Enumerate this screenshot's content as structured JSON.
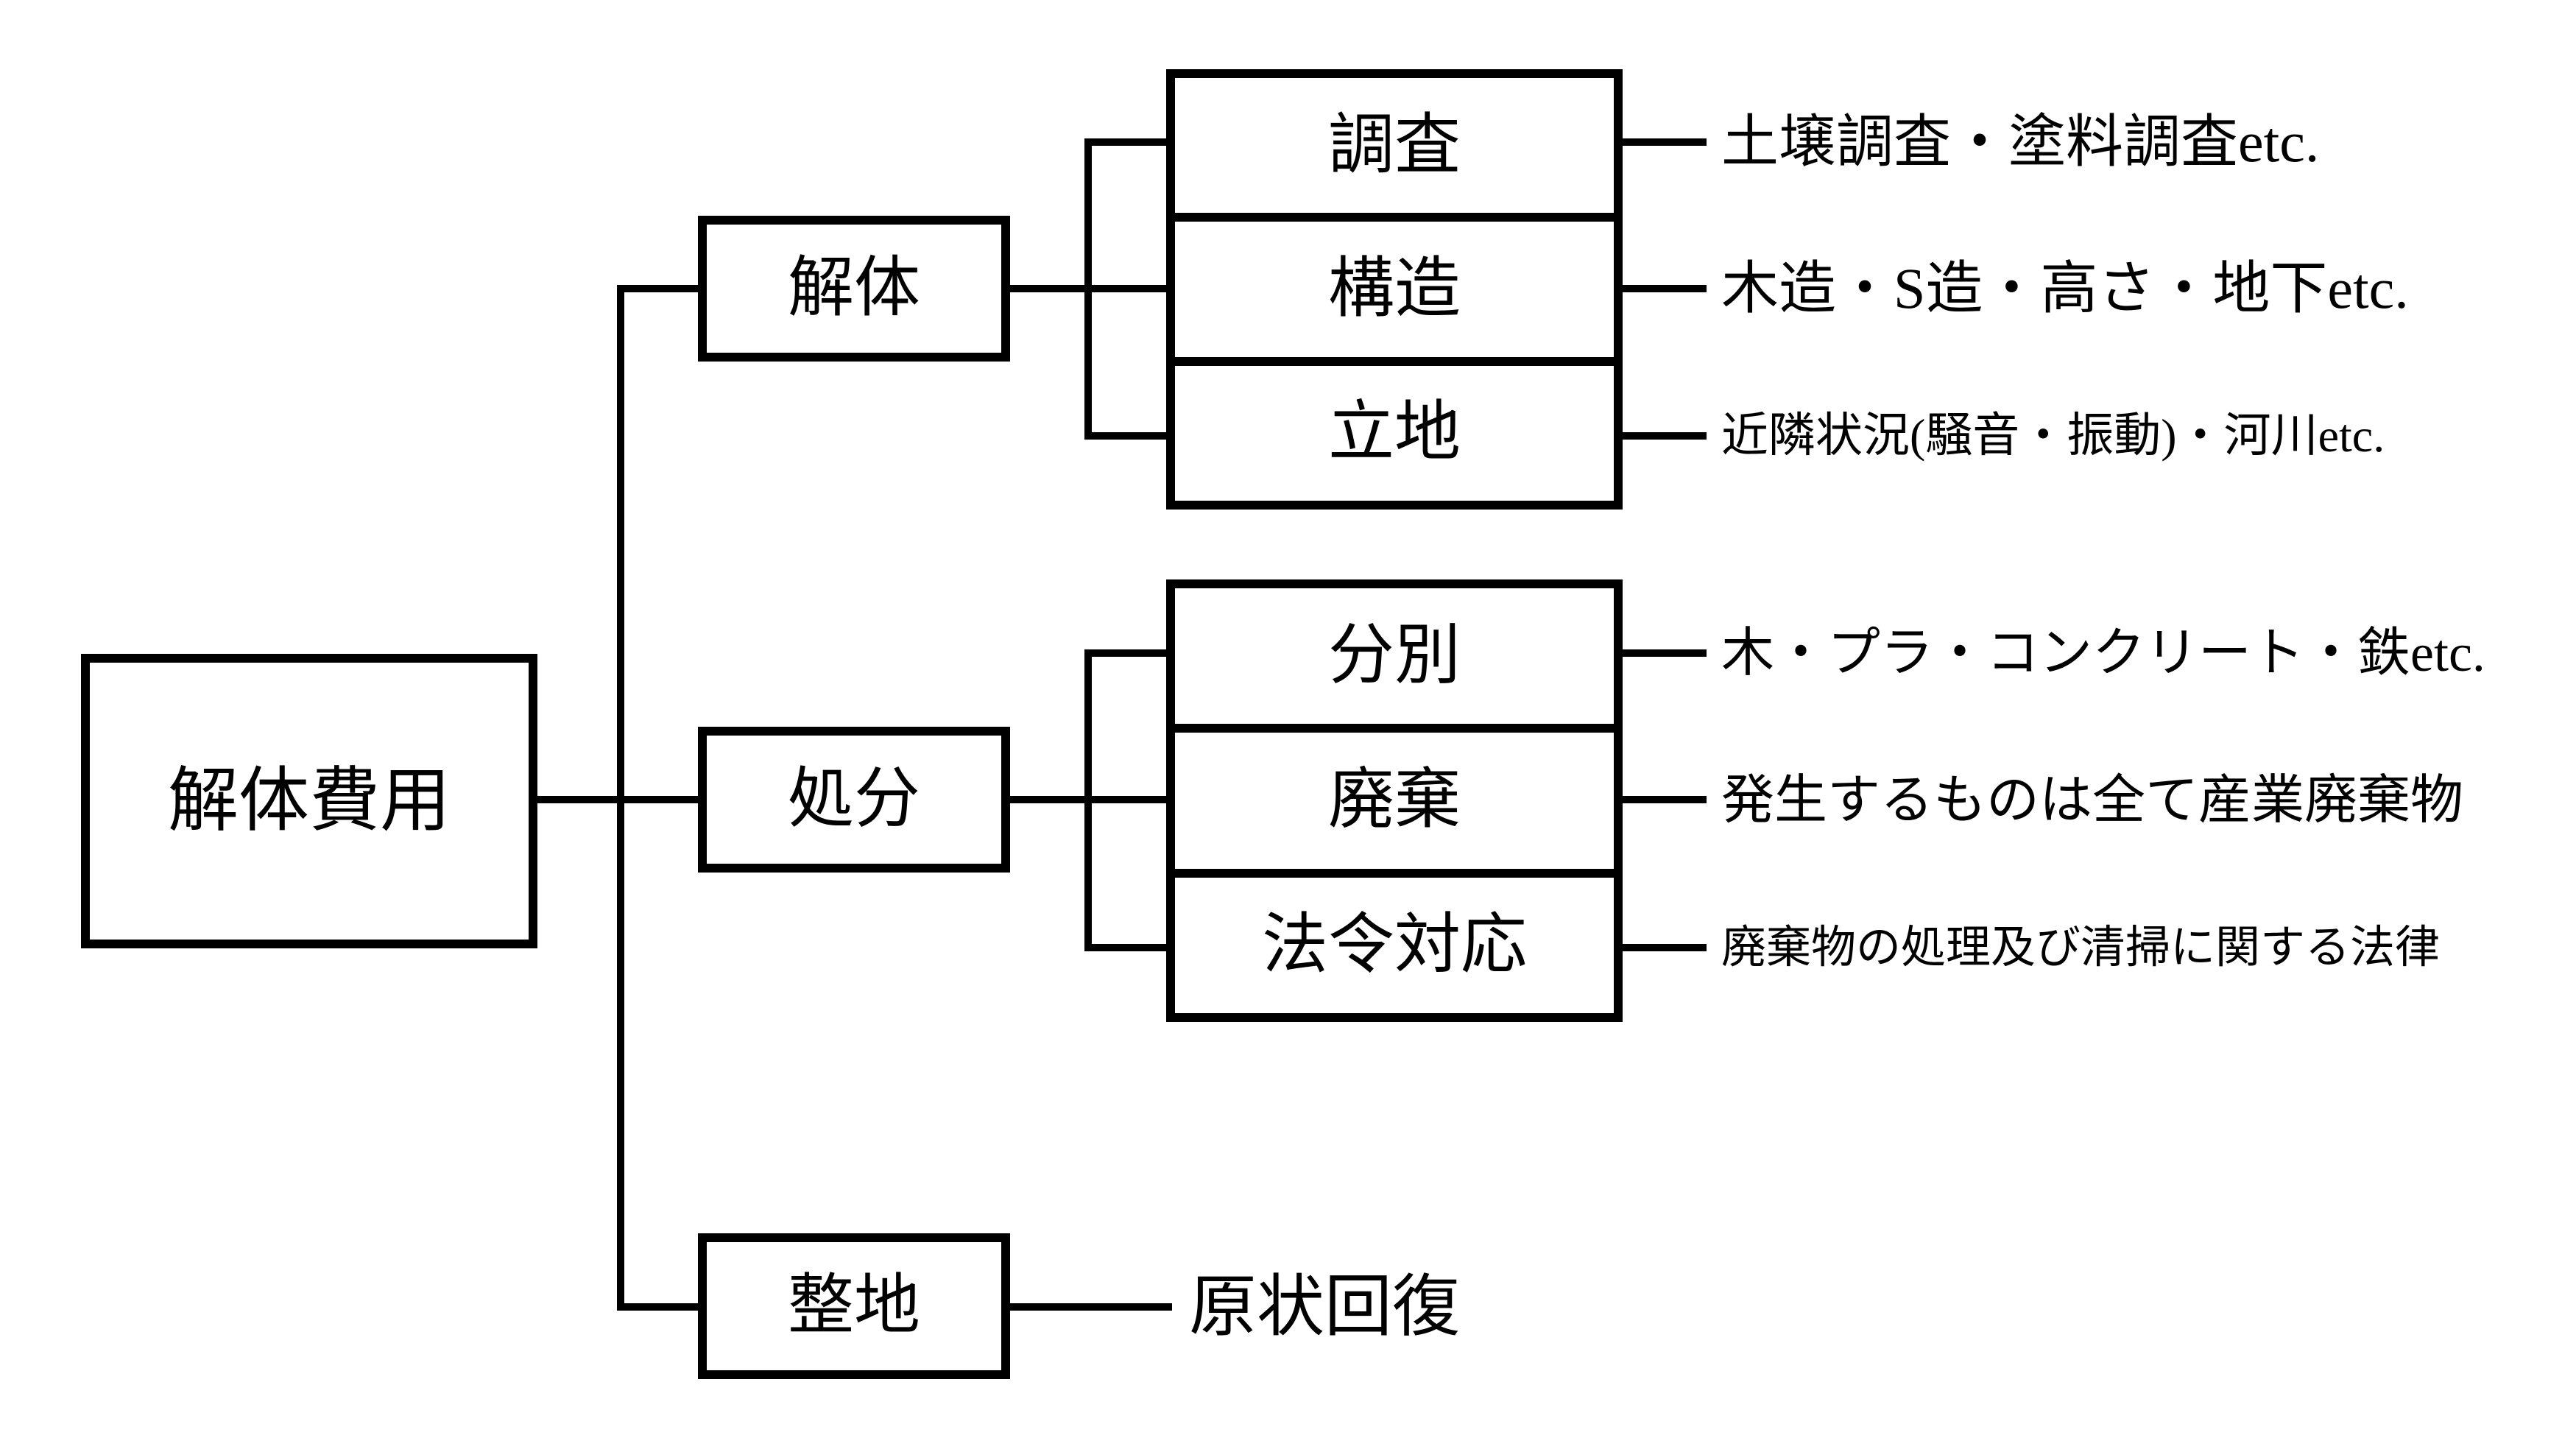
{
  "colors": {
    "line": "#000000",
    "text": "#000000",
    "background": "#ffffff"
  },
  "root": {
    "label": "解体費用"
  },
  "branches": [
    {
      "label": "解体",
      "children": [
        {
          "label": "調査",
          "note": "土壌調査・塗料調査etc."
        },
        {
          "label": "構造",
          "note": "木造・S造・高さ・地下etc."
        },
        {
          "label": "立地",
          "note": "近隣状況(騒音・振動)・河川etc."
        }
      ]
    },
    {
      "label": "処分",
      "children": [
        {
          "label": "分別",
          "note": "木・プラ・コンクリート・鉄etc."
        },
        {
          "label": "廃棄",
          "note": "発生するものは全て産業廃棄物"
        },
        {
          "label": "法令対応",
          "note": "廃棄物の処理及び清掃に関する法律"
        }
      ]
    },
    {
      "label": "整地",
      "note": "原状回復"
    }
  ]
}
